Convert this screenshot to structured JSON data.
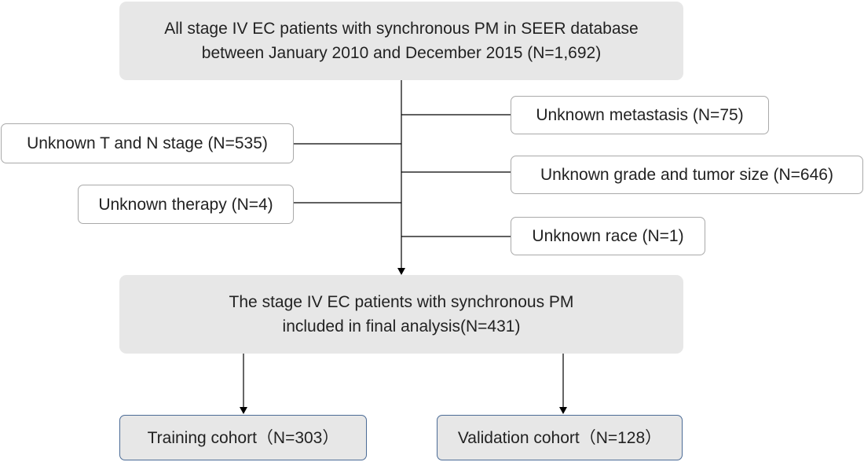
{
  "source_box": {
    "line1": "All stage IV EC patients with synchronous PM in SEER database",
    "line2": "between January 2010 and December 2015 (N=1,692)"
  },
  "exclusions": {
    "metastasis": "Unknown metastasis (N=75)",
    "tn_stage": "Unknown T and N stage (N=535)",
    "grade_size": "Unknown grade and tumor size (N=646)",
    "therapy": "Unknown therapy (N=4)",
    "race": "Unknown race (N=1)"
  },
  "final_box": {
    "line1": "The stage IV EC patients with synchronous PM",
    "line2": "included in final analysis(N=431)"
  },
  "cohorts": {
    "training": "Training cohort（N=303）",
    "validation": "Validation cohort（N=128）"
  },
  "colors": {
    "main_box_fill": "#e7e7e7",
    "exclusion_border": "#a9a9a9",
    "cohort_border": "#4b6b96",
    "connector": "#000000"
  }
}
